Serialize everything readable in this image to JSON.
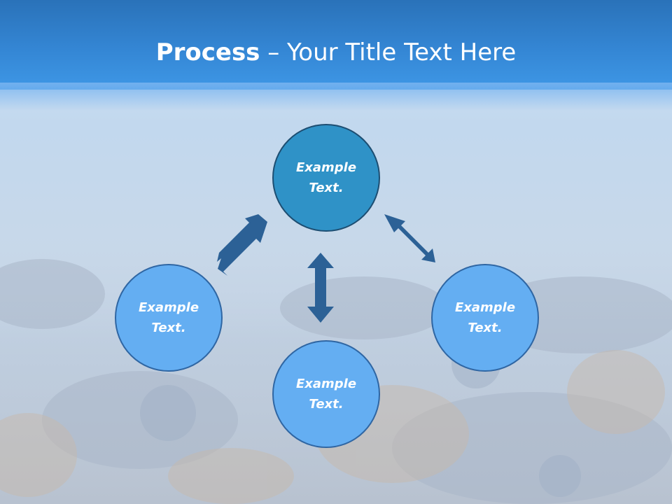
{
  "slide": {
    "title_bold": "Process",
    "title_rest": " – Your Title Text Here"
  },
  "nodes": {
    "top": "Example\nText.",
    "left": "Example\nText.",
    "right": "Example\nText.",
    "bottom": "Example\nText."
  },
  "colors": {
    "header": "#3486d4",
    "central_circle": "#2f92c7",
    "outer_circle": "#64aef2",
    "arrow": "#2c6196"
  }
}
